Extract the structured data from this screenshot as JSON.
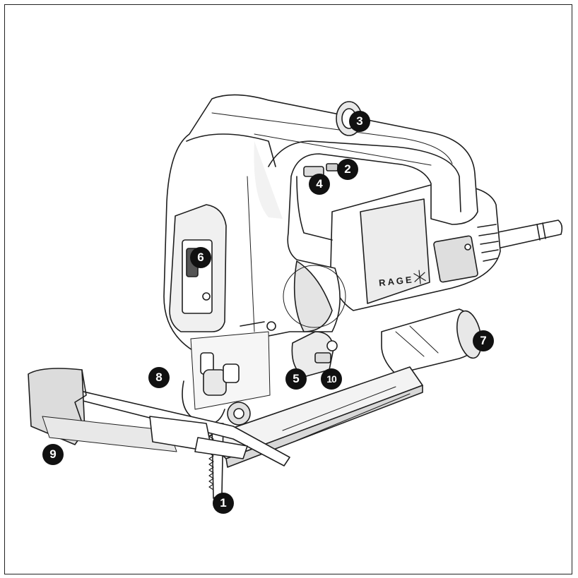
{
  "colors": {
    "line": "#1e1e1e",
    "fill": "#ffffff",
    "shade": "#e6e6e6",
    "shade_dark": "#cfcfcf",
    "callout_bg": "#111111",
    "callout_fg": "#ffffff"
  },
  "brand": {
    "text": "RAGE"
  },
  "callouts": [
    {
      "id": "blade",
      "label": "1"
    },
    {
      "id": "lock-button",
      "label": "2"
    },
    {
      "id": "speed-dial",
      "label": "3"
    },
    {
      "id": "trigger",
      "label": "4"
    },
    {
      "id": "bevel-lever",
      "label": "5"
    },
    {
      "id": "pendulum-switch",
      "label": "6"
    },
    {
      "id": "dust-port",
      "label": "7"
    },
    {
      "id": "blade-guard",
      "label": "8"
    },
    {
      "id": "parallel-guide",
      "label": "9"
    },
    {
      "id": "shoe-release",
      "label": "10"
    }
  ]
}
